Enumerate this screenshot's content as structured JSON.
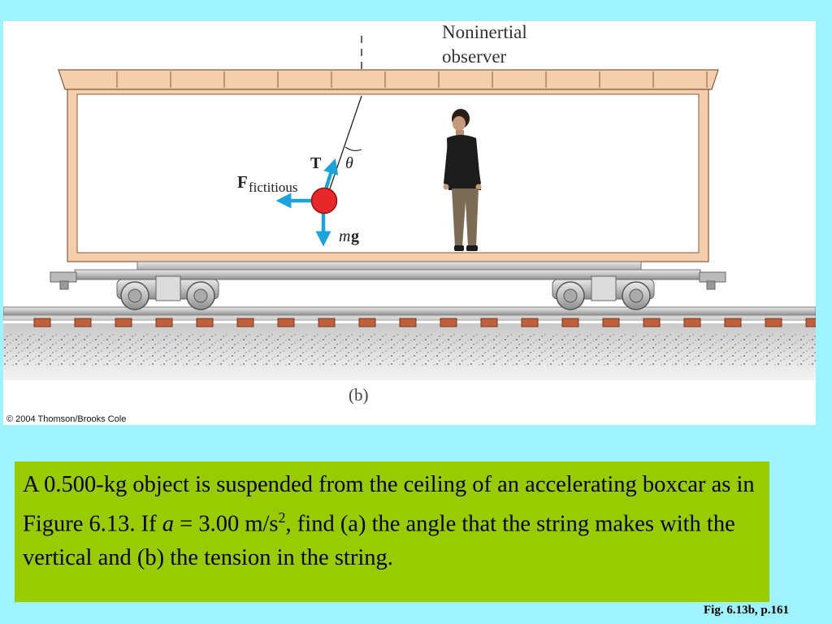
{
  "figure": {
    "observer_label_line1": "Noninertial",
    "observer_label_line2": "observer",
    "tension_label": "T",
    "angle_label": "θ",
    "force_label": "F",
    "force_subscript": "fictitious",
    "weight_label_m": "m",
    "weight_label_g": "g",
    "part_label": "(b)",
    "copyright": "© 2004 Thomson/Brooks Cole"
  },
  "problem": {
    "text_part1": "A 0.500-kg object is suspended from the ceiling of an accelerating boxcar as in Figure 6.13. If ",
    "var_a": "a",
    "text_part2": " = 3.00 m/s",
    "exponent": "2",
    "text_part3": ", find (a) the angle that the string makes with the vertical and (b) the tension in the string."
  },
  "figure_reference": "Fig. 6.13b, p.161",
  "colors": {
    "background": "#9ff3fc",
    "problem_box": "#99cc00",
    "boxcar_frame": "#f3cfae",
    "arrow": "#1aa3dc",
    "ball": "#e62828"
  }
}
